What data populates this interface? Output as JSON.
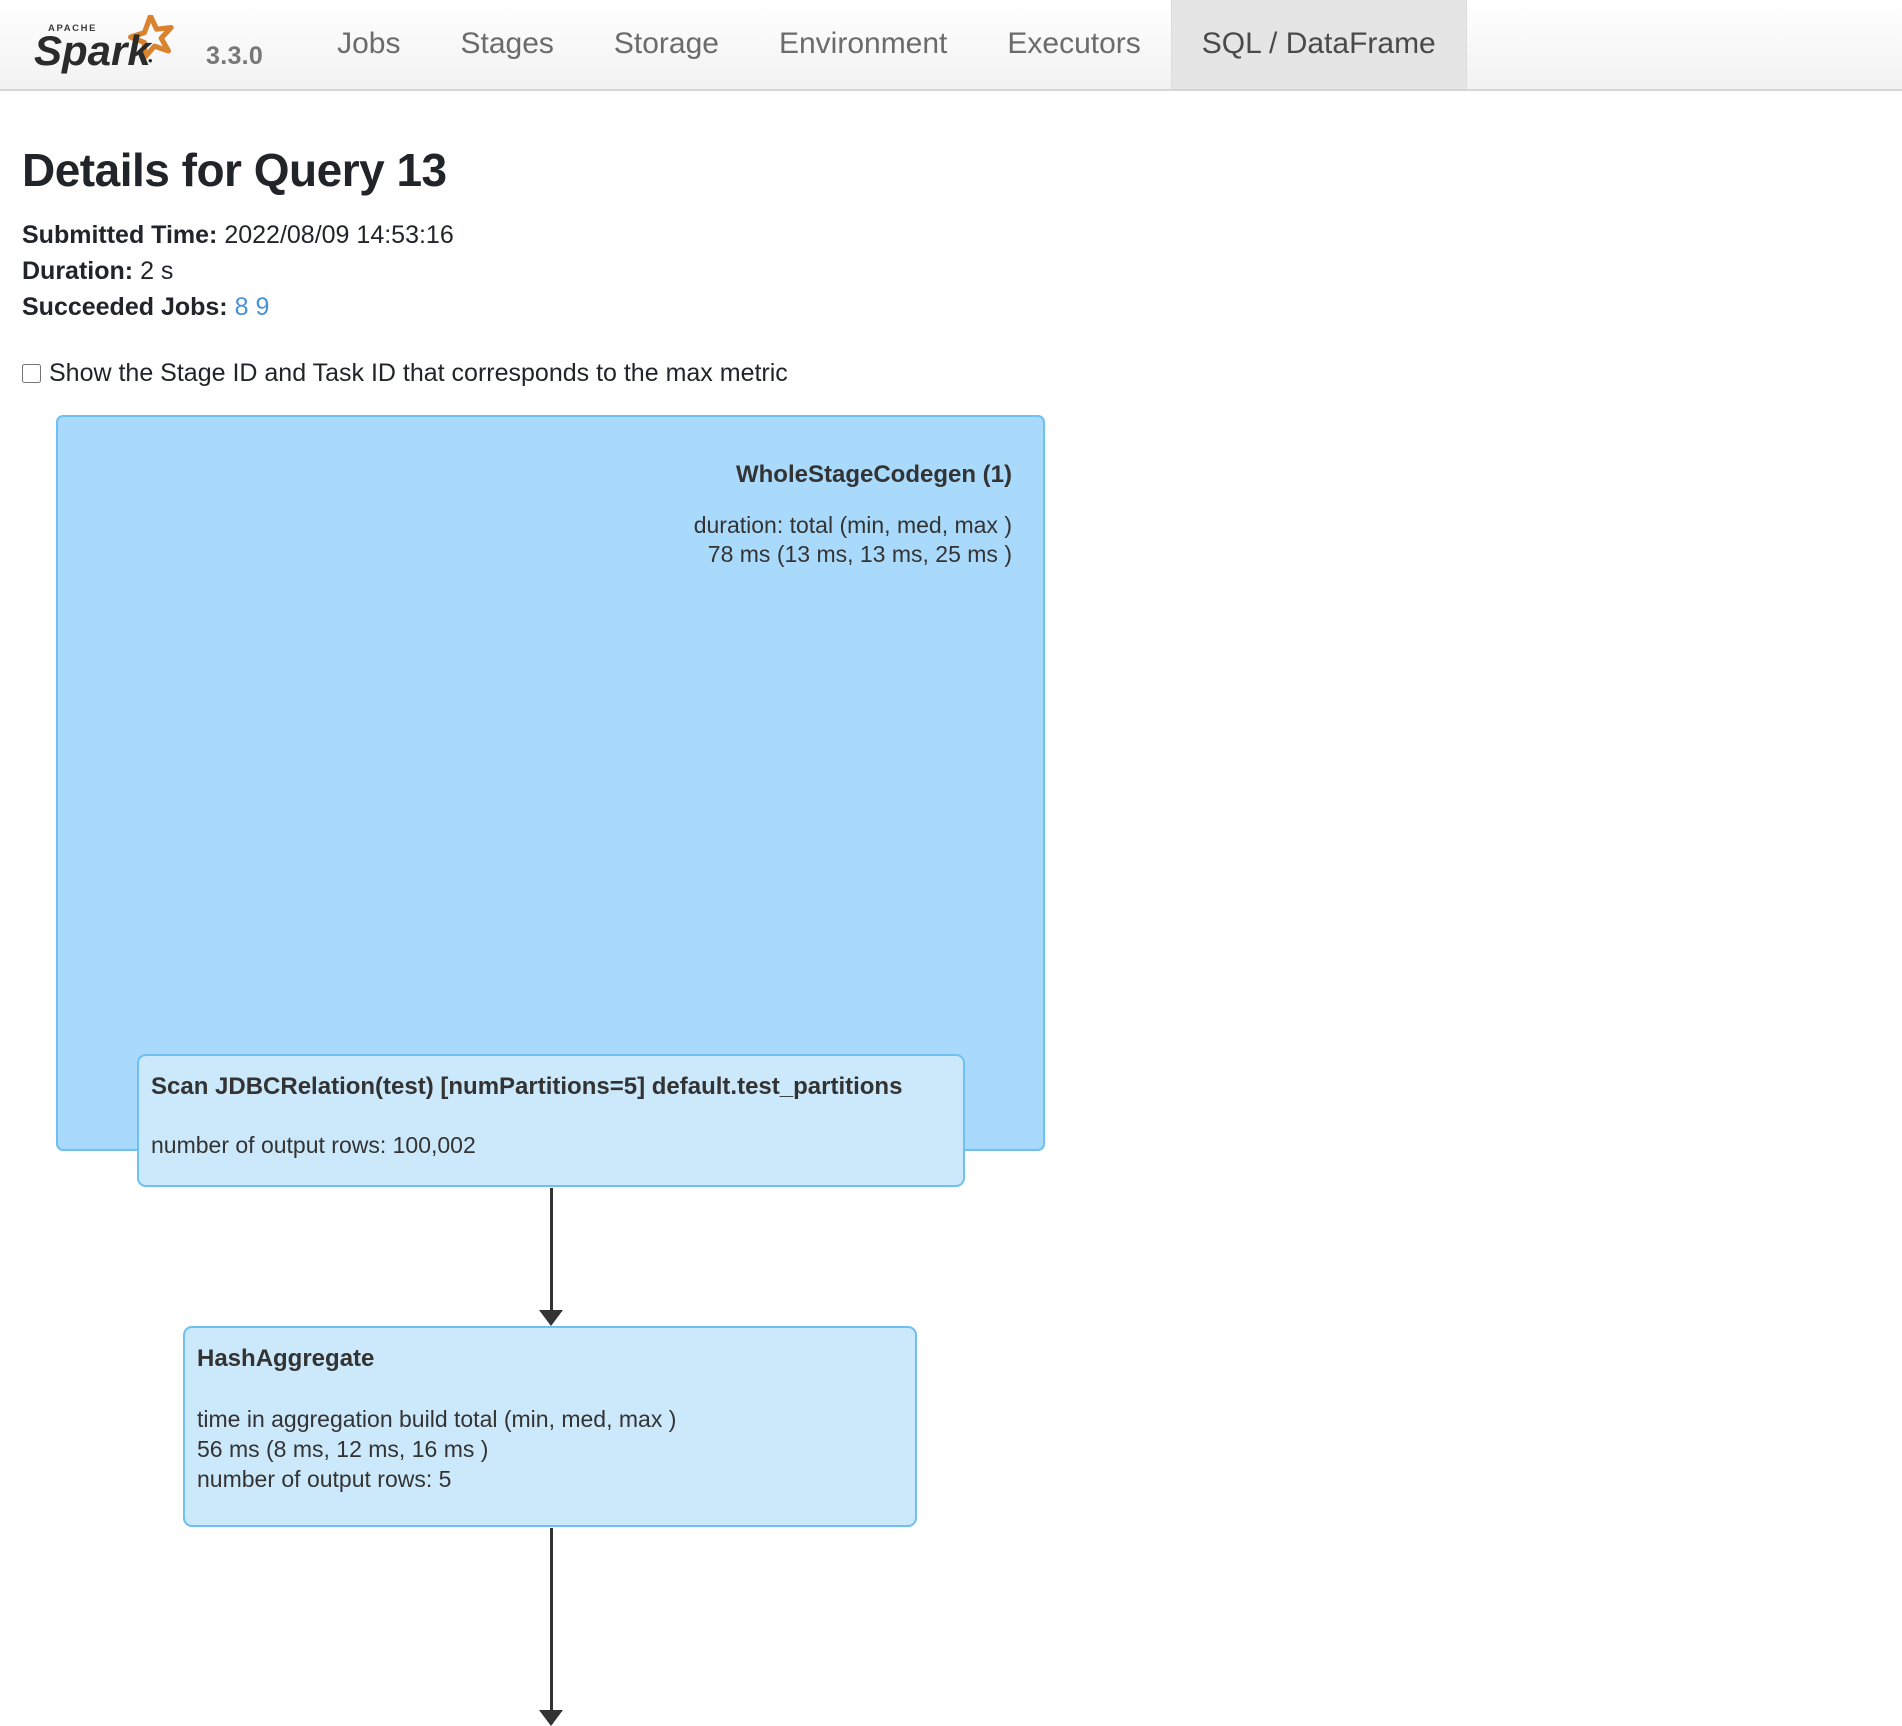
{
  "navbar": {
    "brand": {
      "logo_icon": "apache-spark-logo",
      "logo_alt": "Apache Spark",
      "version": "3.3.0"
    },
    "tabs": [
      {
        "label": "Jobs",
        "active": false
      },
      {
        "label": "Stages",
        "active": false
      },
      {
        "label": "Storage",
        "active": false
      },
      {
        "label": "Environment",
        "active": false
      },
      {
        "label": "Executors",
        "active": false
      },
      {
        "label": "SQL / DataFrame",
        "active": true
      }
    ]
  },
  "page": {
    "title": "Details for Query 13",
    "meta": {
      "submitted_time_label": "Submitted Time:",
      "submitted_time_value": "2022/08/09 14:53:16",
      "duration_label": "Duration:",
      "duration_value": "2 s",
      "succeeded_jobs_label": "Succeeded Jobs:",
      "succeeded_jobs": [
        "8",
        "9"
      ]
    },
    "checkbox": {
      "label": "Show the Stage ID and Task ID that corresponds to the max metric",
      "checked": false
    }
  },
  "dag": {
    "cluster": {
      "title": "WholeStageCodegen (1)",
      "metrics": "duration: total (min, med, max )\n78 ms (13 ms, 13 ms, 25 ms )",
      "fill_color": "#a9d9fb",
      "border_color": "#6ec0f4"
    },
    "nodes": [
      {
        "id": "scan",
        "title": "Scan JDBCRelation(test) [numPartitions=5] default.test_partitions",
        "metrics": "number of output rows: 100,002",
        "fill_color": "#cce8fb",
        "border_color": "#6ec0f4"
      },
      {
        "id": "hashaggregate",
        "title": "HashAggregate",
        "metrics": "time in aggregation build total (min, med, max )\n56 ms (8 ms, 12 ms, 16 ms )\nnumber of output rows: 5",
        "fill_color": "#cce8fb",
        "border_color": "#6ec0f4"
      }
    ],
    "edges": [
      {
        "from": "scan",
        "to": "hashaggregate"
      },
      {
        "from": "hashaggregate",
        "to": "next"
      }
    ],
    "edge_color": "#333333"
  }
}
